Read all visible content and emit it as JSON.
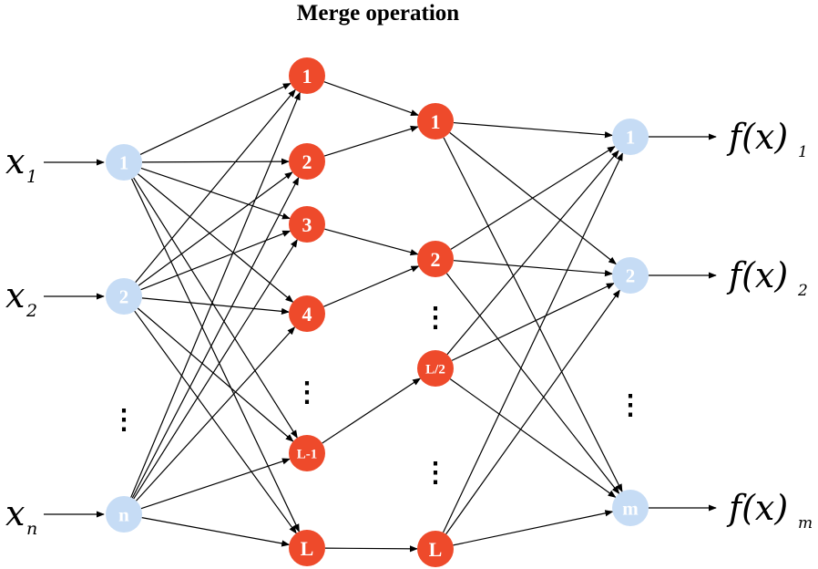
{
  "title": "Merge operation",
  "colors": {
    "input_node": "#c6dcf5",
    "hidden_node": "#ee4a2b",
    "output_node": "#c6dcf5",
    "edge": "#000000"
  },
  "inputs": [
    {
      "var": "x",
      "sub": "1"
    },
    {
      "var": "x",
      "sub": "2"
    },
    {
      "var": "x",
      "sub": "n"
    }
  ],
  "input_nodes": [
    "1",
    "2",
    "n"
  ],
  "hidden1_nodes": [
    "1",
    "2",
    "3",
    "4",
    "L-1",
    "L"
  ],
  "hidden2_nodes": [
    "1",
    "2",
    "L/2",
    "L"
  ],
  "output_nodes": [
    "1",
    "2",
    "m"
  ],
  "outputs": [
    {
      "func": "f(x)",
      "sub": "1"
    },
    {
      "func": "f(x)",
      "sub": "2"
    },
    {
      "func": "f(x)",
      "sub": "m"
    }
  ],
  "ellipsis": "⋮"
}
